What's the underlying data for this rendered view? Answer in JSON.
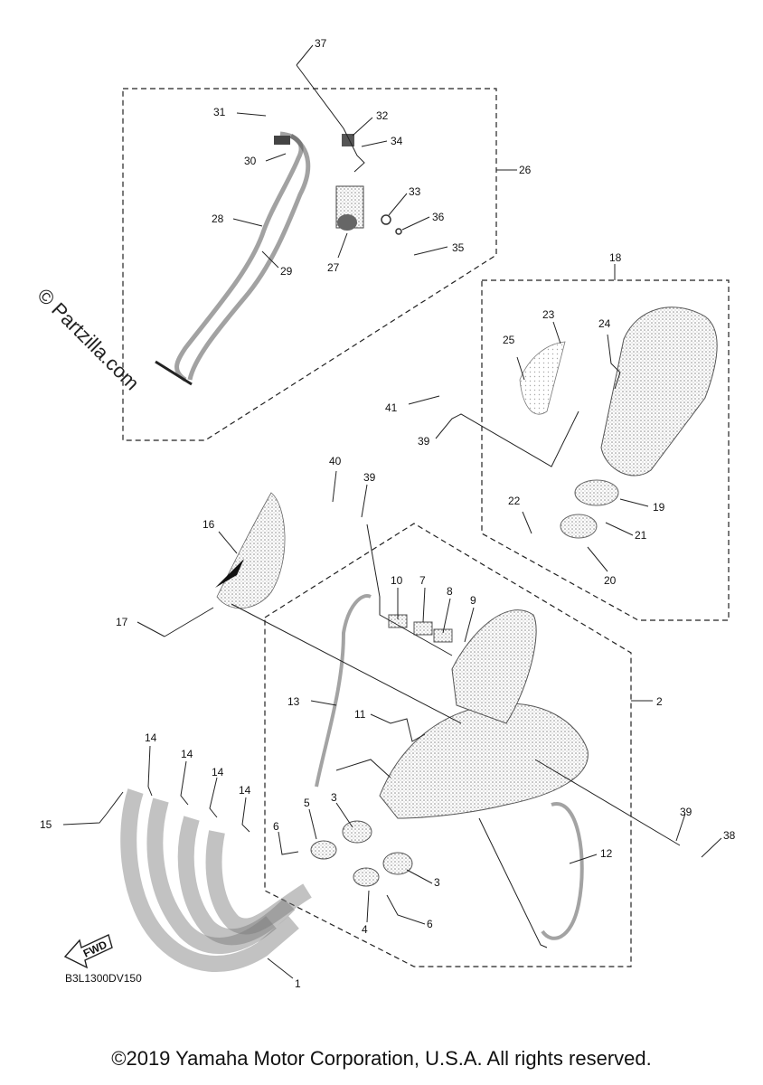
{
  "watermark": "© Partzilla.com",
  "diagram_code": "B3L1300DV150",
  "fwd_label": "FWD",
  "copyright": "©2019 Yamaha Motor Corporation, U.S.A. All rights reserved.",
  "callouts": [
    "37",
    "31",
    "32",
    "34",
    "30",
    "26",
    "33",
    "36",
    "28",
    "27",
    "29",
    "35",
    "18",
    "23",
    "24",
    "25",
    "41",
    "39",
    "40",
    "39",
    "22",
    "19",
    "21",
    "20",
    "16",
    "17",
    "10",
    "7",
    "8",
    "9",
    "13",
    "11",
    "2",
    "14",
    "14",
    "14",
    "14",
    "15",
    "5",
    "3",
    "6",
    "3",
    "4",
    "6",
    "12",
    "39",
    "38",
    "1"
  ]
}
